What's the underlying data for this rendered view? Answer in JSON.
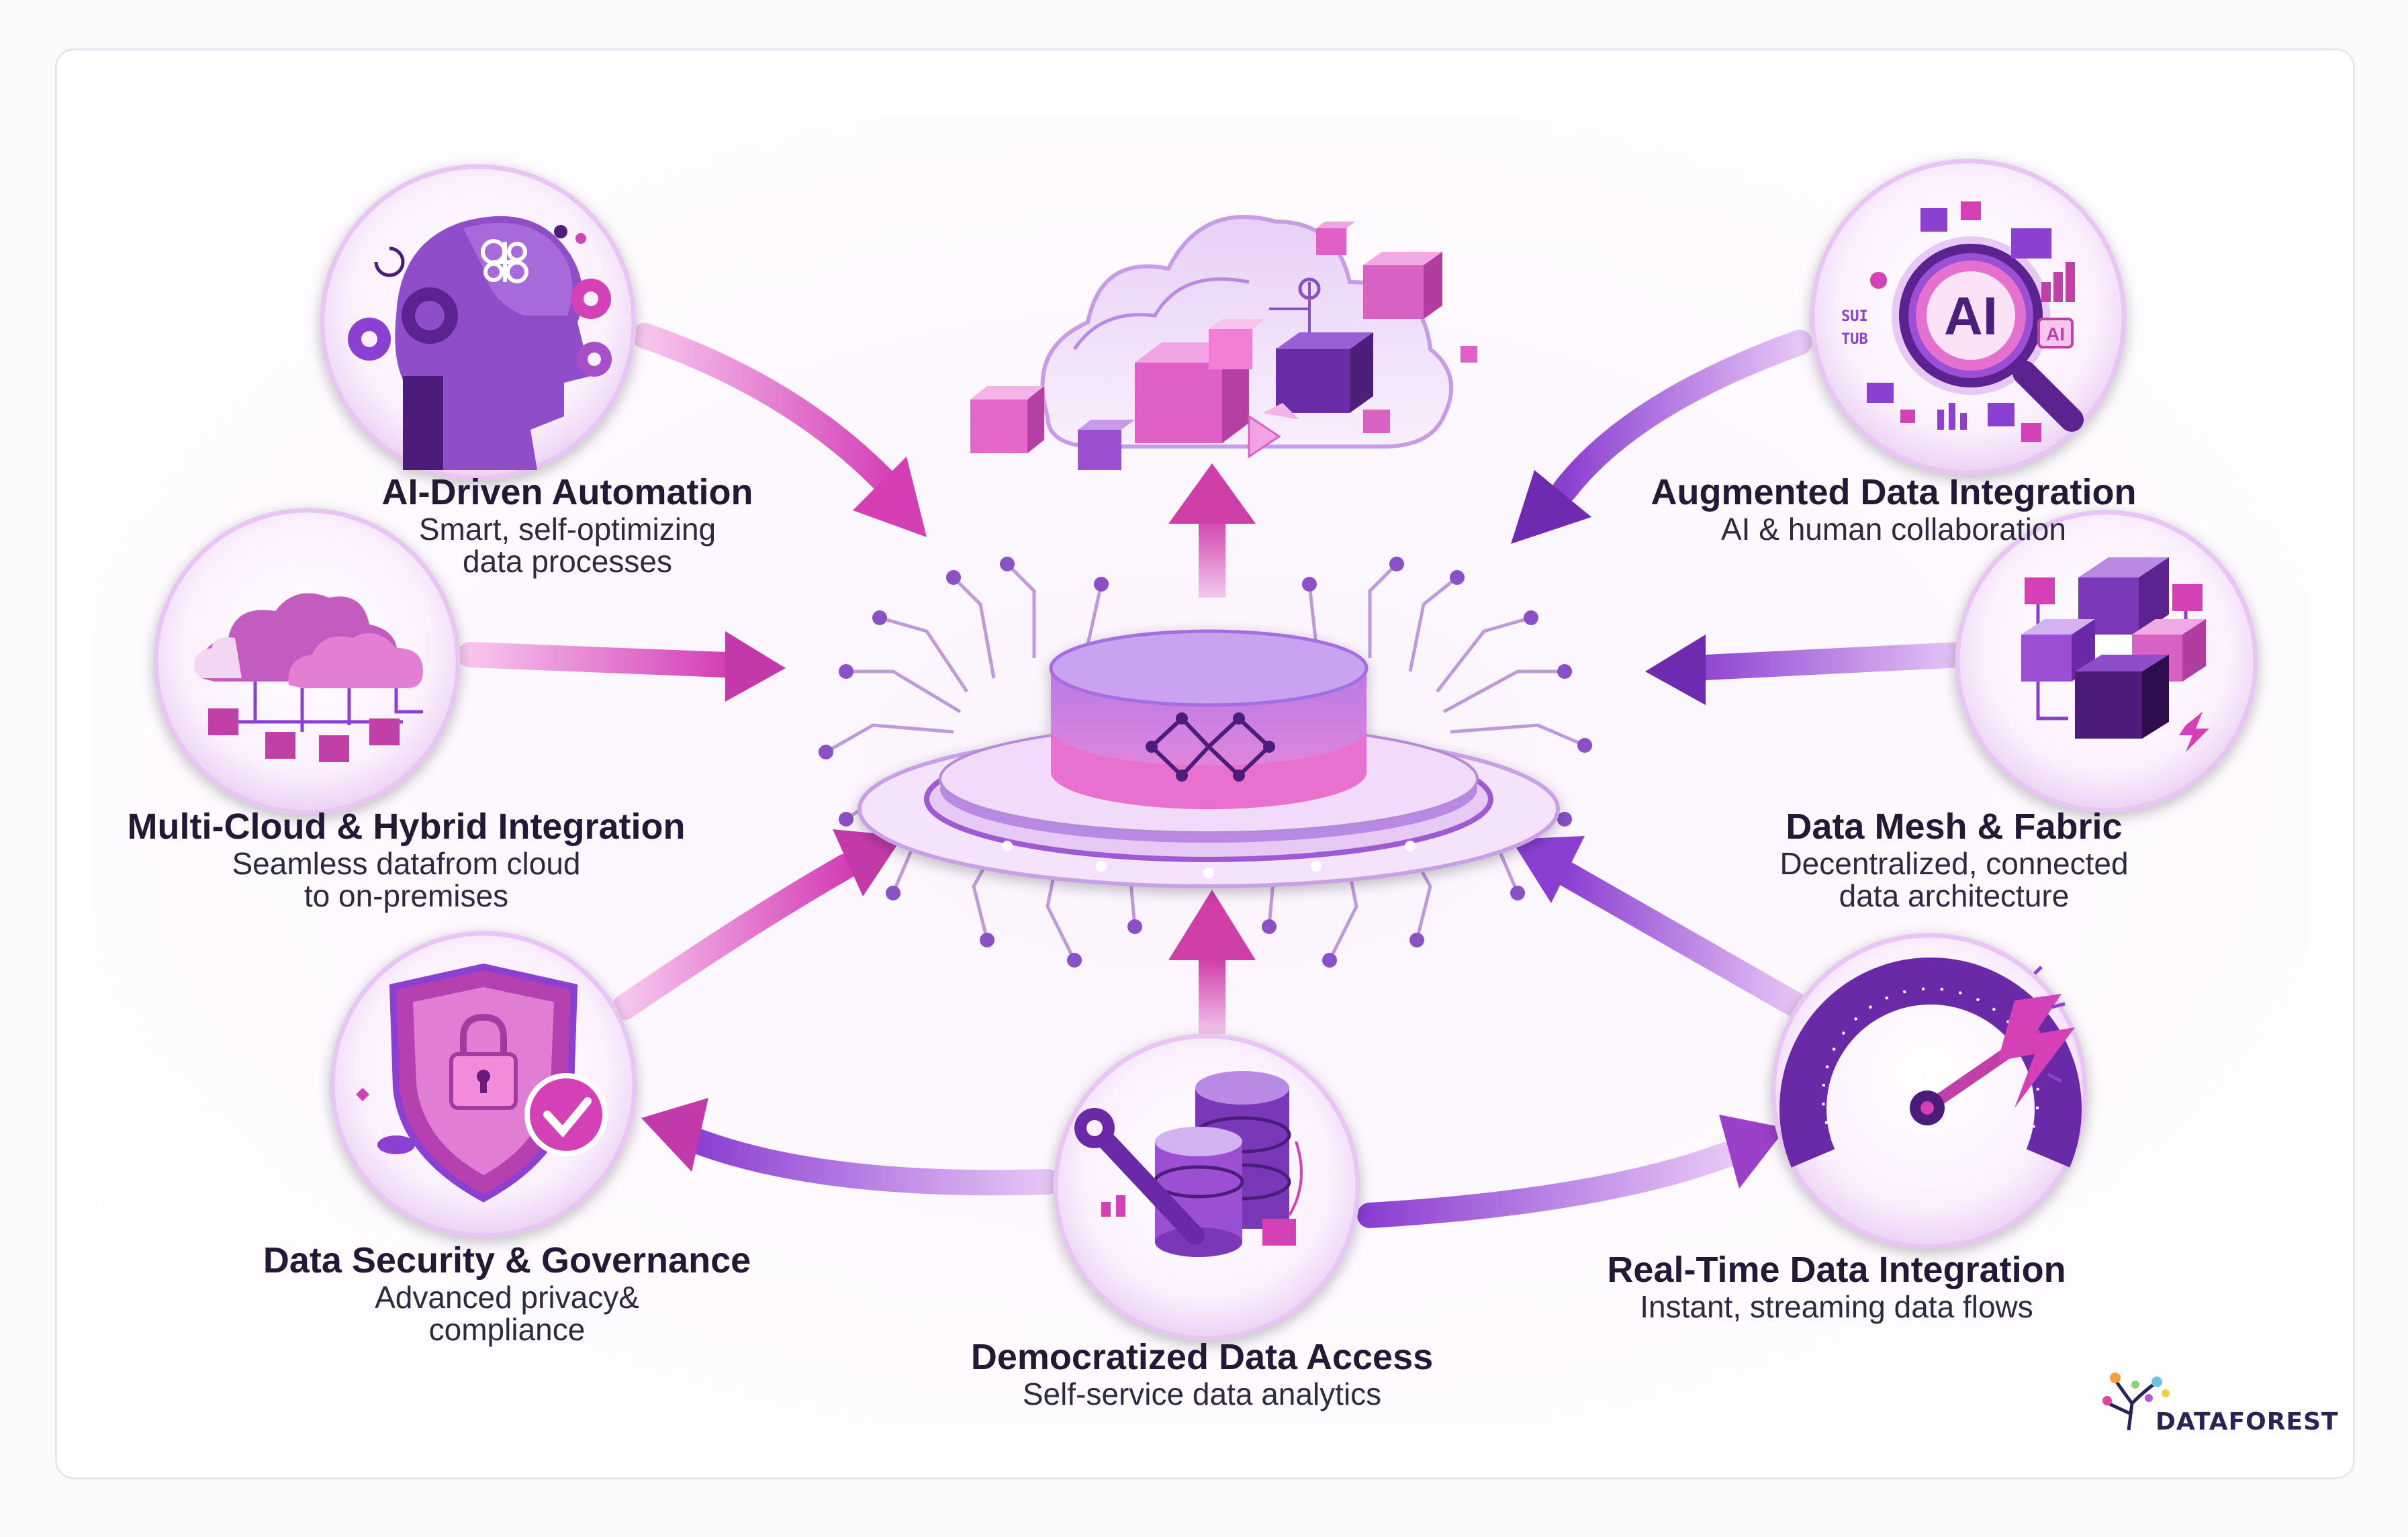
{
  "topics": [
    {
      "id": "ai-driven-automation",
      "title": "AI-Driven Automation",
      "subtitle": "Smart, self-optimizing\ndata processes",
      "icon": "ai-robot-head-icon"
    },
    {
      "id": "multi-cloud-hybrid",
      "title": "Multi-Cloud & Hybrid Integration",
      "subtitle": "Seamless datafrom cloud\nto on-premises",
      "icon": "cloud-network-icon"
    },
    {
      "id": "data-security",
      "title": "Data Security & Governance",
      "subtitle": "Advanced privacy&\ncompliance",
      "icon": "shield-lock-icon"
    },
    {
      "id": "democratized-access",
      "title": "Democratized Data Access",
      "subtitle": "Self-service data analytics",
      "icon": "database-wrench-icon"
    },
    {
      "id": "real-time",
      "title": "Real-Time Data Integration",
      "subtitle": "Instant, streaming data flows",
      "icon": "speedometer-lightning-icon"
    },
    {
      "id": "data-mesh",
      "title": "Data Mesh & Fabric",
      "subtitle": "Decentralized, connected\ndata architecture",
      "icon": "cube-mesh-icon"
    },
    {
      "id": "augmented",
      "title": "Augmented Data Integration",
      "subtitle": "AI & human collaboration",
      "icon": "ai-magnifier-icon"
    }
  ],
  "center": {
    "icon": "data-hub-platform-icon",
    "top_icon": "cloud-cubes-icon"
  },
  "ai_badge_text": "AI",
  "ai_side_text": "SUI\nTUB",
  "ai_small_badge": "AI",
  "brand": {
    "name": "DATAFOREST",
    "icon": "dataforest-tree-logo-icon"
  },
  "colors": {
    "purple_dark": "#4b1f7a",
    "purple": "#8b3fd1",
    "magenta": "#d43fb6",
    "pink": "#f07ad8",
    "lavender": "#f3e3f8",
    "text": "#221936"
  }
}
